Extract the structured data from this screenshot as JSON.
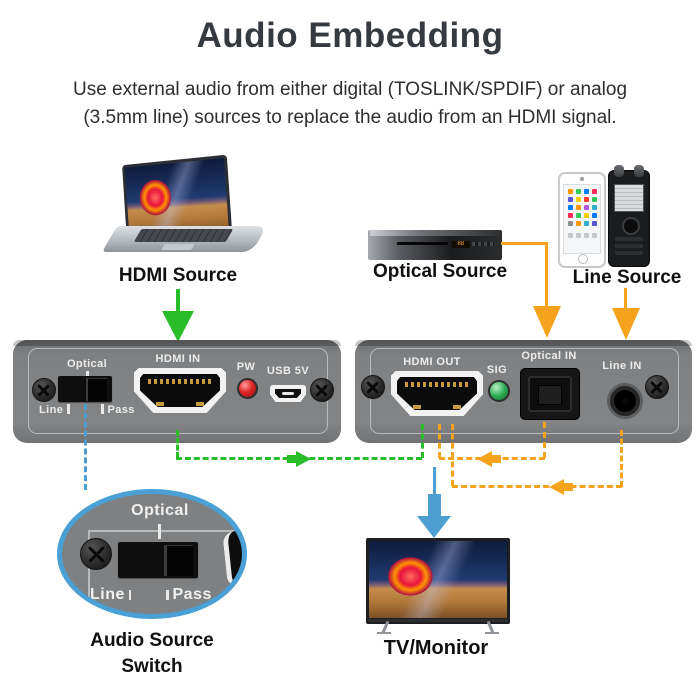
{
  "header": {
    "title": "Audio Embedding",
    "subtitle_line1": "Use external audio from either digital (TOSLINK/SPDIF) or analog",
    "subtitle_line2": "(3.5mm line) sources to replace the audio from an HDMI signal."
  },
  "sources": {
    "hdmi_label": "HDMI Source",
    "optical_label": "Optical Source",
    "line_label": "Line Source"
  },
  "front_panel": {
    "switch_top": "Optical",
    "switch_left": "Line",
    "switch_right": "Pass",
    "hdmi_port": "HDMI IN",
    "power_led": "PW",
    "usb_port": "USB 5V"
  },
  "back_panel": {
    "hdmi_port": "HDMI OUT",
    "signal_led": "SIG",
    "optical_port": "Optical IN",
    "line_port": "Line IN"
  },
  "zoom_detail": {
    "switch_top": "Optical",
    "switch_left": "Line",
    "switch_right": "Pass",
    "caption_line1": "Audio Source",
    "caption_line2": "Switch"
  },
  "output": {
    "tv_label": "TV/Monitor"
  },
  "colors": {
    "hdmi_flow_green": "#2abd2a",
    "audio_flow_orange": "#f5a21c",
    "output_flow_blue": "#4d9fd1",
    "zoom_ring_blue": "#4aa0d5",
    "panel_gray": "#7e8082",
    "power_led_red": "#e02828",
    "signal_led_green": "#2fae54"
  }
}
